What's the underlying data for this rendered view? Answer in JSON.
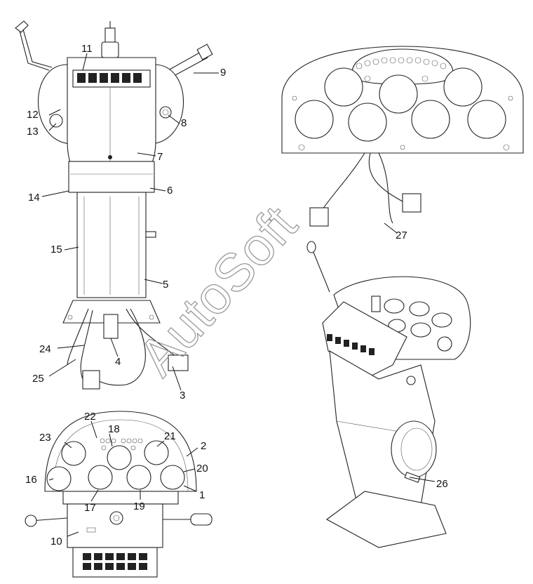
{
  "labels": {
    "p1": "1",
    "p2": "2",
    "p3": "3",
    "p4": "4",
    "p5": "5",
    "p6": "6",
    "p7": "7",
    "p8": "8",
    "p9": "9",
    "p10": "10",
    "p11": "11",
    "p12": "12",
    "p13": "13",
    "p14": "14",
    "p15": "15",
    "p16": "16",
    "p17": "17",
    "p18": "18",
    "p19": "19",
    "p20": "20",
    "p21": "21",
    "p22": "22",
    "p23": "23",
    "p24": "24",
    "p25": "25",
    "p26": "26",
    "p27": "27"
  },
  "watermark": "AutoSoft"
}
